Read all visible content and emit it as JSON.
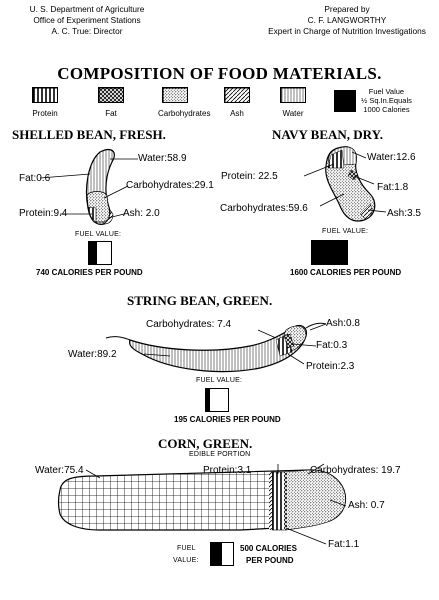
{
  "header": {
    "left_line1": "U. S. Department of Agriculture",
    "left_line2": "Office of Experiment Stations",
    "left_line3": "A. C. True: Director",
    "right_line1": "Prepared by",
    "right_line2": "C. F. LANGWORTHY",
    "right_line3": "Expert in Charge of Nutrition Investigations"
  },
  "title": "COMPOSITION OF FOOD MATERIALS.",
  "legend": {
    "items": [
      {
        "label": "Protein",
        "pattern": "vertical-lines"
      },
      {
        "label": "Fat",
        "pattern": "crosshatch"
      },
      {
        "label": "Carbohydrates",
        "pattern": "stipple"
      },
      {
        "label": "Ash",
        "pattern": "diagonal-lines"
      },
      {
        "label": "Water",
        "pattern": "fine-vertical-lines"
      }
    ],
    "fuel_line1": "Fuel Value",
    "fuel_line2": "½ Sq.In.Equals",
    "fuel_line3": "1000 Calories"
  },
  "foods": {
    "shelled_bean": {
      "title": "SHELLED BEAN, FRESH.",
      "water": "Water:58.9",
      "fat": "Fat:0.6",
      "carbohydrates": "Carbohydrates:29.1",
      "protein": "Protein:9.4",
      "ash": "Ash: 2.0",
      "fuel_label": "Fuel value:",
      "calories": "740 calories per pound",
      "fuel_fraction": 0.37
    },
    "navy_bean": {
      "title": "NAVY BEAN, DRY.",
      "water": "Water:12.6",
      "protein": "Protein: 22.5",
      "fat": "Fat:1.8",
      "carbohydrates": "Carbohydrates:59.6",
      "ash": "Ash:3.5",
      "fuel_label": "Fuel value:",
      "calories": "1600 calories per pound",
      "fuel_fraction": 0.8
    },
    "string_bean": {
      "title": "STRING BEAN, GREEN.",
      "carbohydrates": "Carbohydrates: 7.4",
      "ash": "Ash:0.8",
      "water": "Water:89.2",
      "fat": "Fat:0.3",
      "protein": "Protein:2.3",
      "fuel_label": "Fuel value:",
      "calories": "195 calories per pound",
      "fuel_fraction": 0.2
    },
    "corn": {
      "title": "CORN, GREEN.",
      "subtitle": "EDIBLE PORTION",
      "water": "Water:75.4",
      "protein": "Protein:3.1",
      "carbohydrates": "Carbohydrates: 19.7",
      "ash": "Ash: 0.7",
      "fat": "Fat:1.1",
      "fuel_label_1": "Fuel",
      "fuel_label_2": "value:",
      "calories_1": "500 calories",
      "calories_2": "per pound",
      "fuel_fraction": 0.5
    }
  }
}
